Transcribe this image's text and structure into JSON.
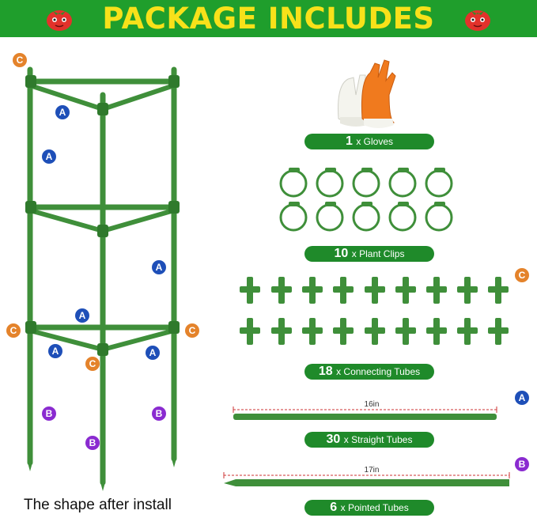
{
  "header": {
    "title": "PACKAGE INCLUDES"
  },
  "caption": "The shape after install",
  "items": [
    {
      "qty": "1",
      "label": "x Gloves"
    },
    {
      "qty": "10",
      "label": "x Plant Clips"
    },
    {
      "qty": "18",
      "label": "x Connecting Tubes"
    },
    {
      "qty": "30",
      "label": "x Straight Tubes"
    },
    {
      "qty": "6",
      "label": "x Pointed Tubes"
    }
  ],
  "dimensions": {
    "straight": "16in",
    "pointed": "17in"
  },
  "badges": {
    "a": "A",
    "b": "B",
    "c": "C"
  },
  "colors": {
    "banner": "#1f9e2c",
    "title": "#f7e11a",
    "pill": "#1f8a2a",
    "stake": "#3f8f3a",
    "badge_a": "#1e4fb8",
    "badge_b": "#8a2bd0",
    "badge_c": "#e4832b"
  }
}
